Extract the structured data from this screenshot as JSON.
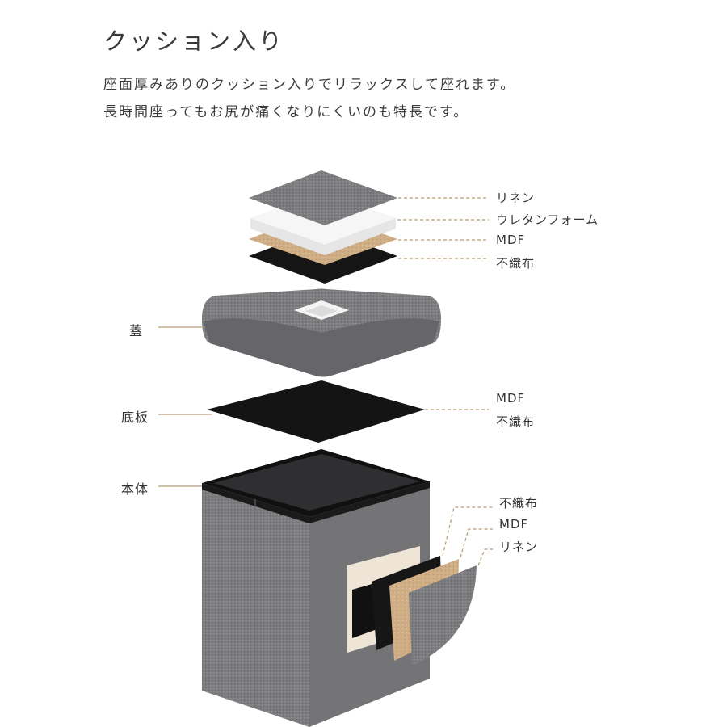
{
  "title": "クッション入り",
  "description": [
    "座面厚みありのクッション入りでリラックスして座れます。",
    "長時間座ってもお尻が痛くなりにくいのも特長です。"
  ],
  "cushion_layers": [
    "リネン",
    "ウレタンフォーム",
    "MDF",
    "不織布"
  ],
  "parts": {
    "lid": "蓋",
    "bottom_board": "底板",
    "body": "本体"
  },
  "bottom_board_layers": [
    "MDF",
    "不織布"
  ],
  "body_layers": [
    "不織布",
    "MDF",
    "リネン"
  ],
  "colors": {
    "linen": "#7c7c7e",
    "foam": "#f2f2f2",
    "mdf": "#c9a57a",
    "nonwoven": "#1a1a1a",
    "leader": "#b89b76"
  }
}
